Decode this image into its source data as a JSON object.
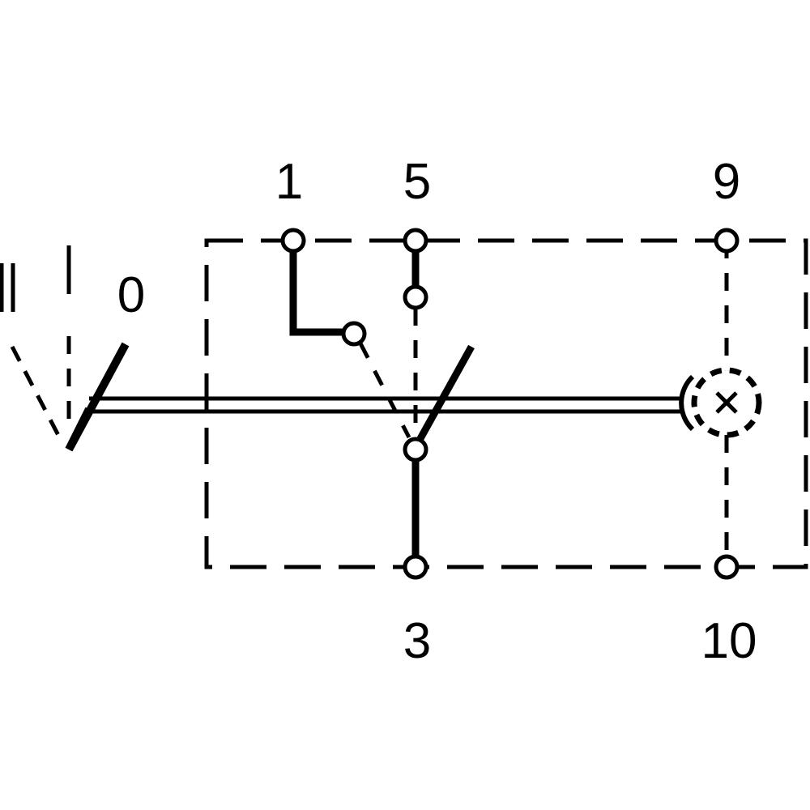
{
  "diagram": {
    "terminals": {
      "t1": "1",
      "t5": "5",
      "t9": "9",
      "t3": "3",
      "t10": "10"
    },
    "positions": {
      "pos2": "II",
      "pos1": "I",
      "pos0": "0"
    },
    "colors": {
      "line": "#000000",
      "background": "#ffffff"
    }
  }
}
